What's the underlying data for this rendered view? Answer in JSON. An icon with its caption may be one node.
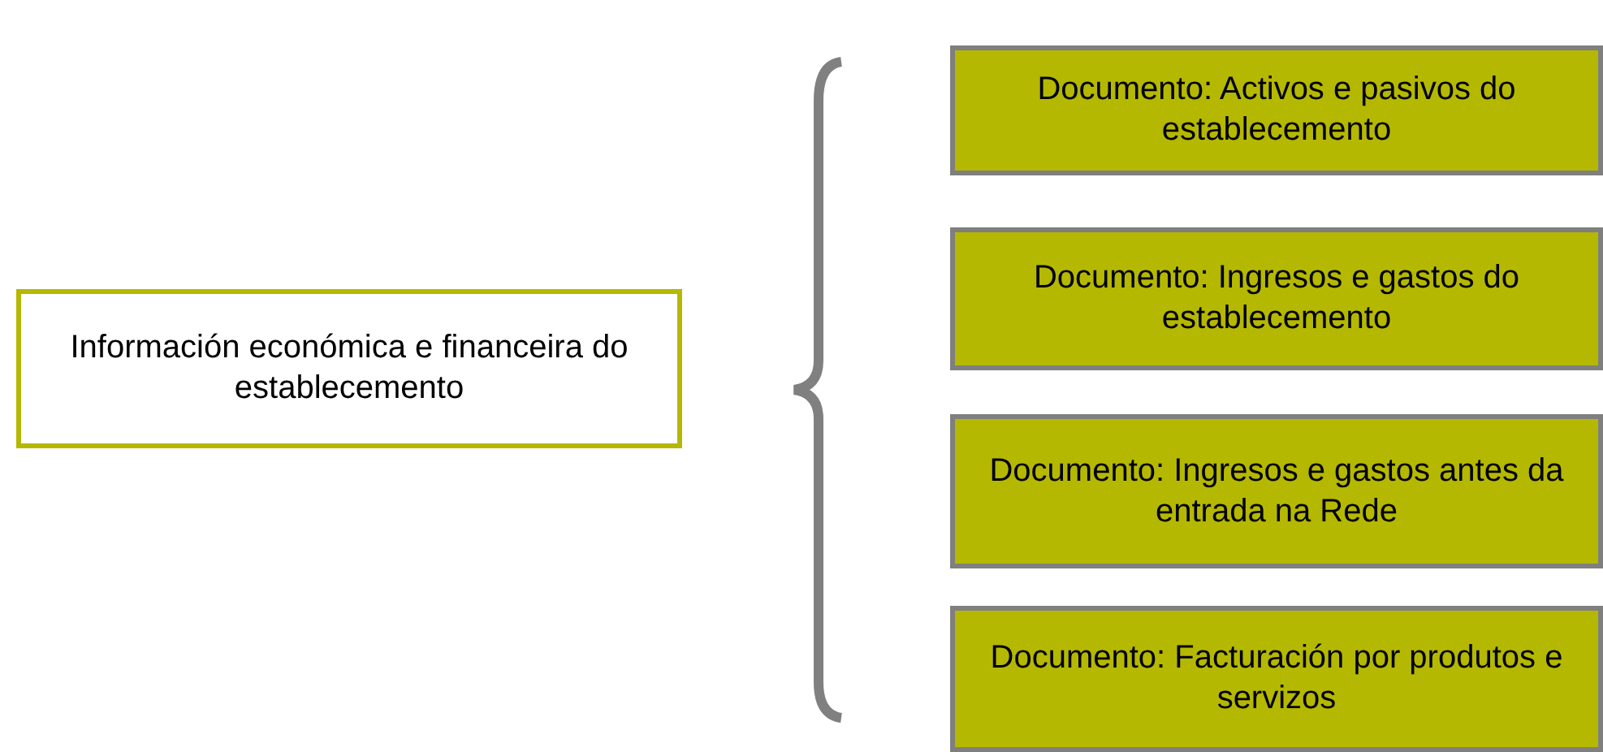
{
  "diagram": {
    "nodes": [
      {
        "text": [
          "Información económica e financeira do establecemento"
        ]
      },
      {
        "text": [
          "Documento: Activos e pasivos do establecemento"
        ]
      },
      {
        "text": [
          "Documento: Ingresos e gastos do establecemento"
        ]
      },
      {
        "text": [
          "Documento: Ingresos e gastos antes da entrada na Rede"
        ]
      },
      {
        "text": [
          "Documento: Facturación por produtos e servizos"
        ]
      }
    ],
    "edges": []
  }
}
